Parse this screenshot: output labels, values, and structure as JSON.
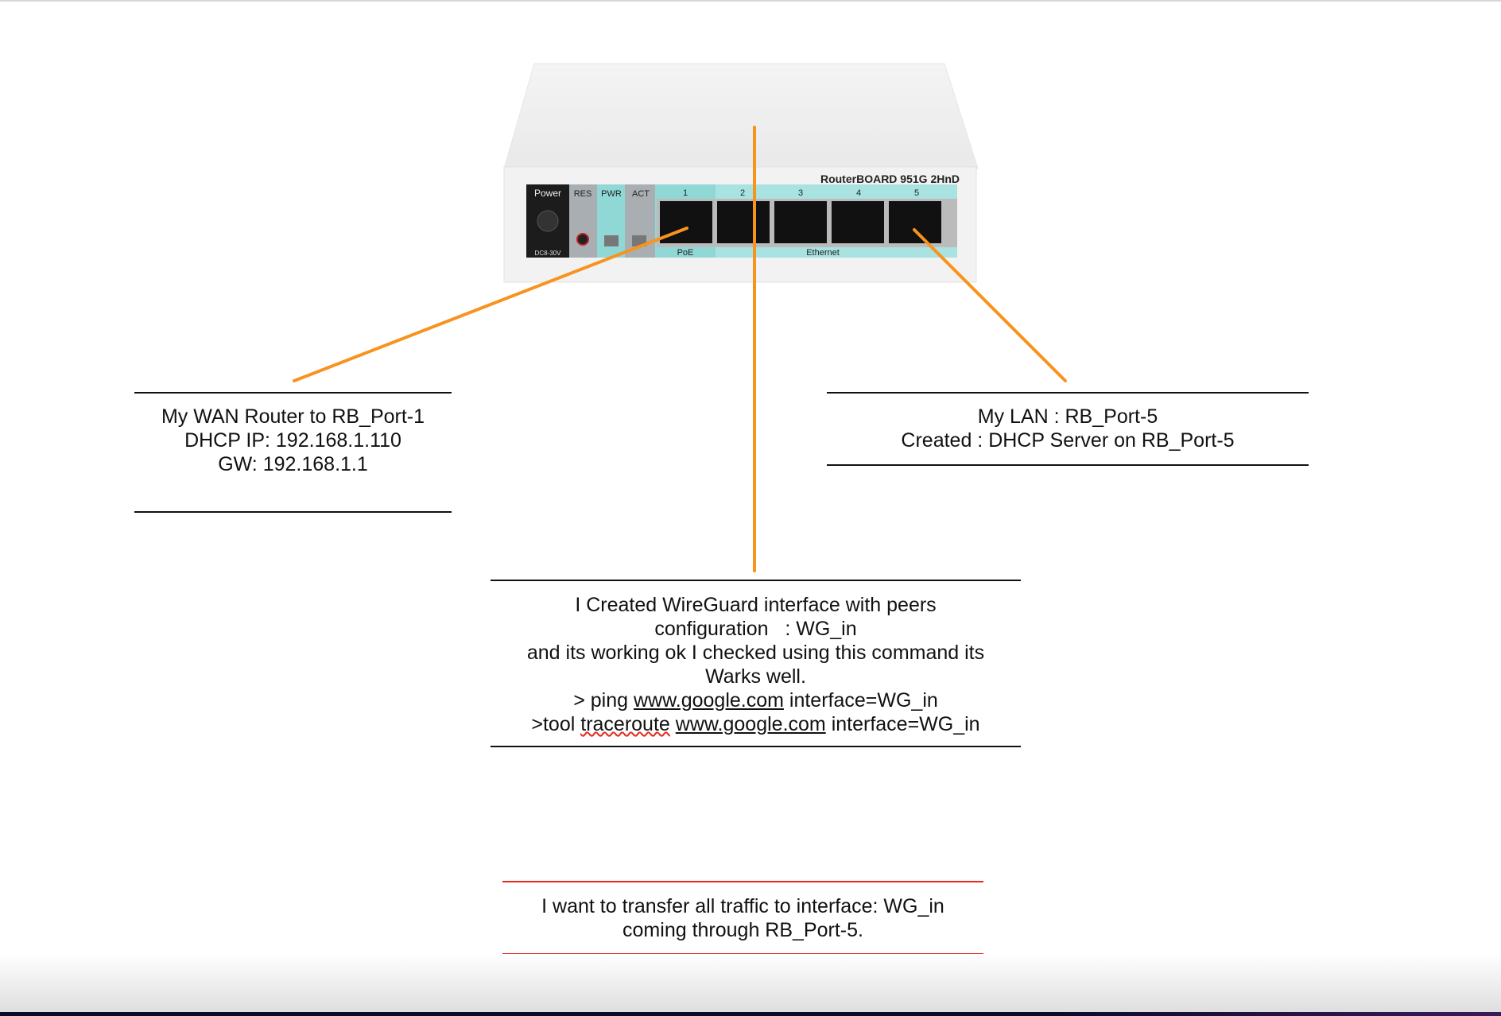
{
  "router": {
    "model": "RouterBOARD 951G 2HnD",
    "labels": {
      "power": "Power",
      "res": "RES",
      "pwr": "PWR",
      "act": "ACT",
      "dc": "DC8-30V",
      "poe": "PoE",
      "ethernet": "Ethernet"
    },
    "ports": [
      "1",
      "2",
      "3",
      "4",
      "5"
    ]
  },
  "colors": {
    "connector": "#f7931e",
    "separator_red": "#e8261c",
    "panel_teal": "#8fd8d6"
  },
  "wan_box": {
    "lines": [
      "My WAN Router to RB_Port-1",
      "DHCP IP: 192.168.1.110",
      "GW: 192.168.1.1"
    ]
  },
  "lan_box": {
    "lines": [
      "My LAN : RB_Port-5",
      "Created : DHCP Server on RB_Port-5"
    ]
  },
  "wg_box": {
    "line1": "I Created WireGuard interface with peers",
    "line2": "configuration   : WG_in",
    "line3": "and its working ok I checked using this command its",
    "line4": "Warks well.",
    "ping_prefix": "> ping ",
    "ping_link": "www.google.com",
    "ping_suffix": " interface=WG_in",
    "tr_prefix": ">tool ",
    "tr_word": "traceroute",
    "tr_space": " ",
    "tr_link": "www.google.com",
    "tr_suffix": " interface=WG_in"
  },
  "goal_box": {
    "lines": [
      "I want to transfer all traffic to interface: WG_in",
      "coming through RB_Port-5."
    ]
  }
}
